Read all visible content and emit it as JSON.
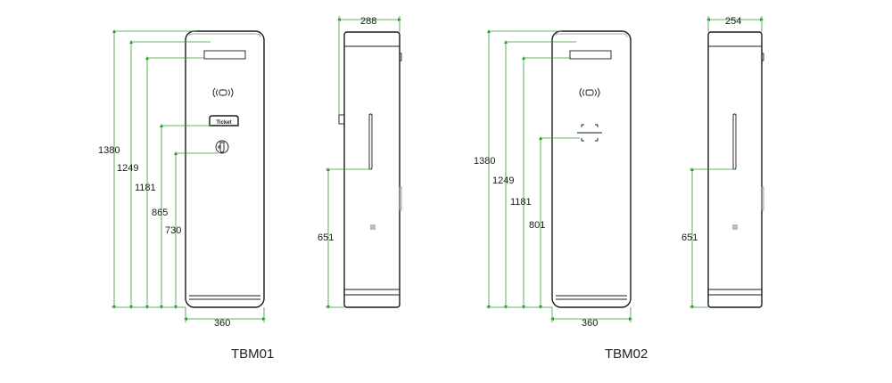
{
  "models": [
    {
      "name": "TBM01",
      "front": {
        "height": "1380",
        "d1": "1249",
        "d2": "1181",
        "d3": "865",
        "d4": "730",
        "width": "360",
        "ticket_label": "Ticket"
      },
      "side": {
        "depth": "288",
        "height": "651"
      }
    },
    {
      "name": "TBM02",
      "front": {
        "height": "1380",
        "d1": "1249",
        "d2": "1181",
        "d3": "801",
        "width": "360"
      },
      "side": {
        "depth": "254",
        "height": "651"
      }
    }
  ],
  "colors": {
    "dimension": "#2f9e2f",
    "outline": "#1a1a1a",
    "text": "#1a1a1a"
  },
  "icons": [
    "rfid-icon",
    "ticket-slot-icon",
    "coin-icon",
    "qr-scanner-icon",
    "speaker-icon"
  ]
}
